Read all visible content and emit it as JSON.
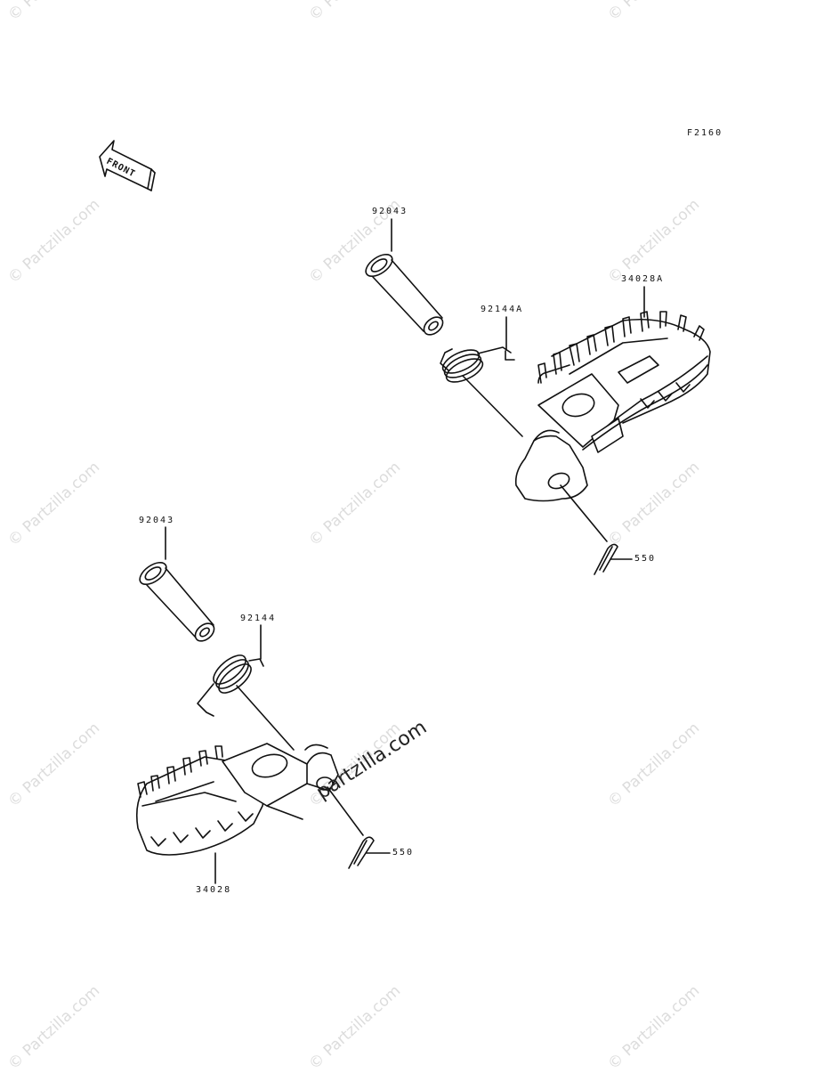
{
  "diagram": {
    "drawing_code": "F2160",
    "front_label": "FRONT",
    "watermark": "© Partzilla.com",
    "watermark_center": "partzilla.com",
    "parts": [
      {
        "id": "pin_upper",
        "label": "92043"
      },
      {
        "id": "spring_upper",
        "label": "92144A"
      },
      {
        "id": "footpeg_upper",
        "label": "34028A"
      },
      {
        "id": "cotter_upper",
        "label": "550"
      },
      {
        "id": "pin_lower",
        "label": "92043"
      },
      {
        "id": "spring_lower",
        "label": "92144"
      },
      {
        "id": "footpeg_lower",
        "label": "34028"
      },
      {
        "id": "cotter_lower",
        "label": "550"
      }
    ]
  }
}
